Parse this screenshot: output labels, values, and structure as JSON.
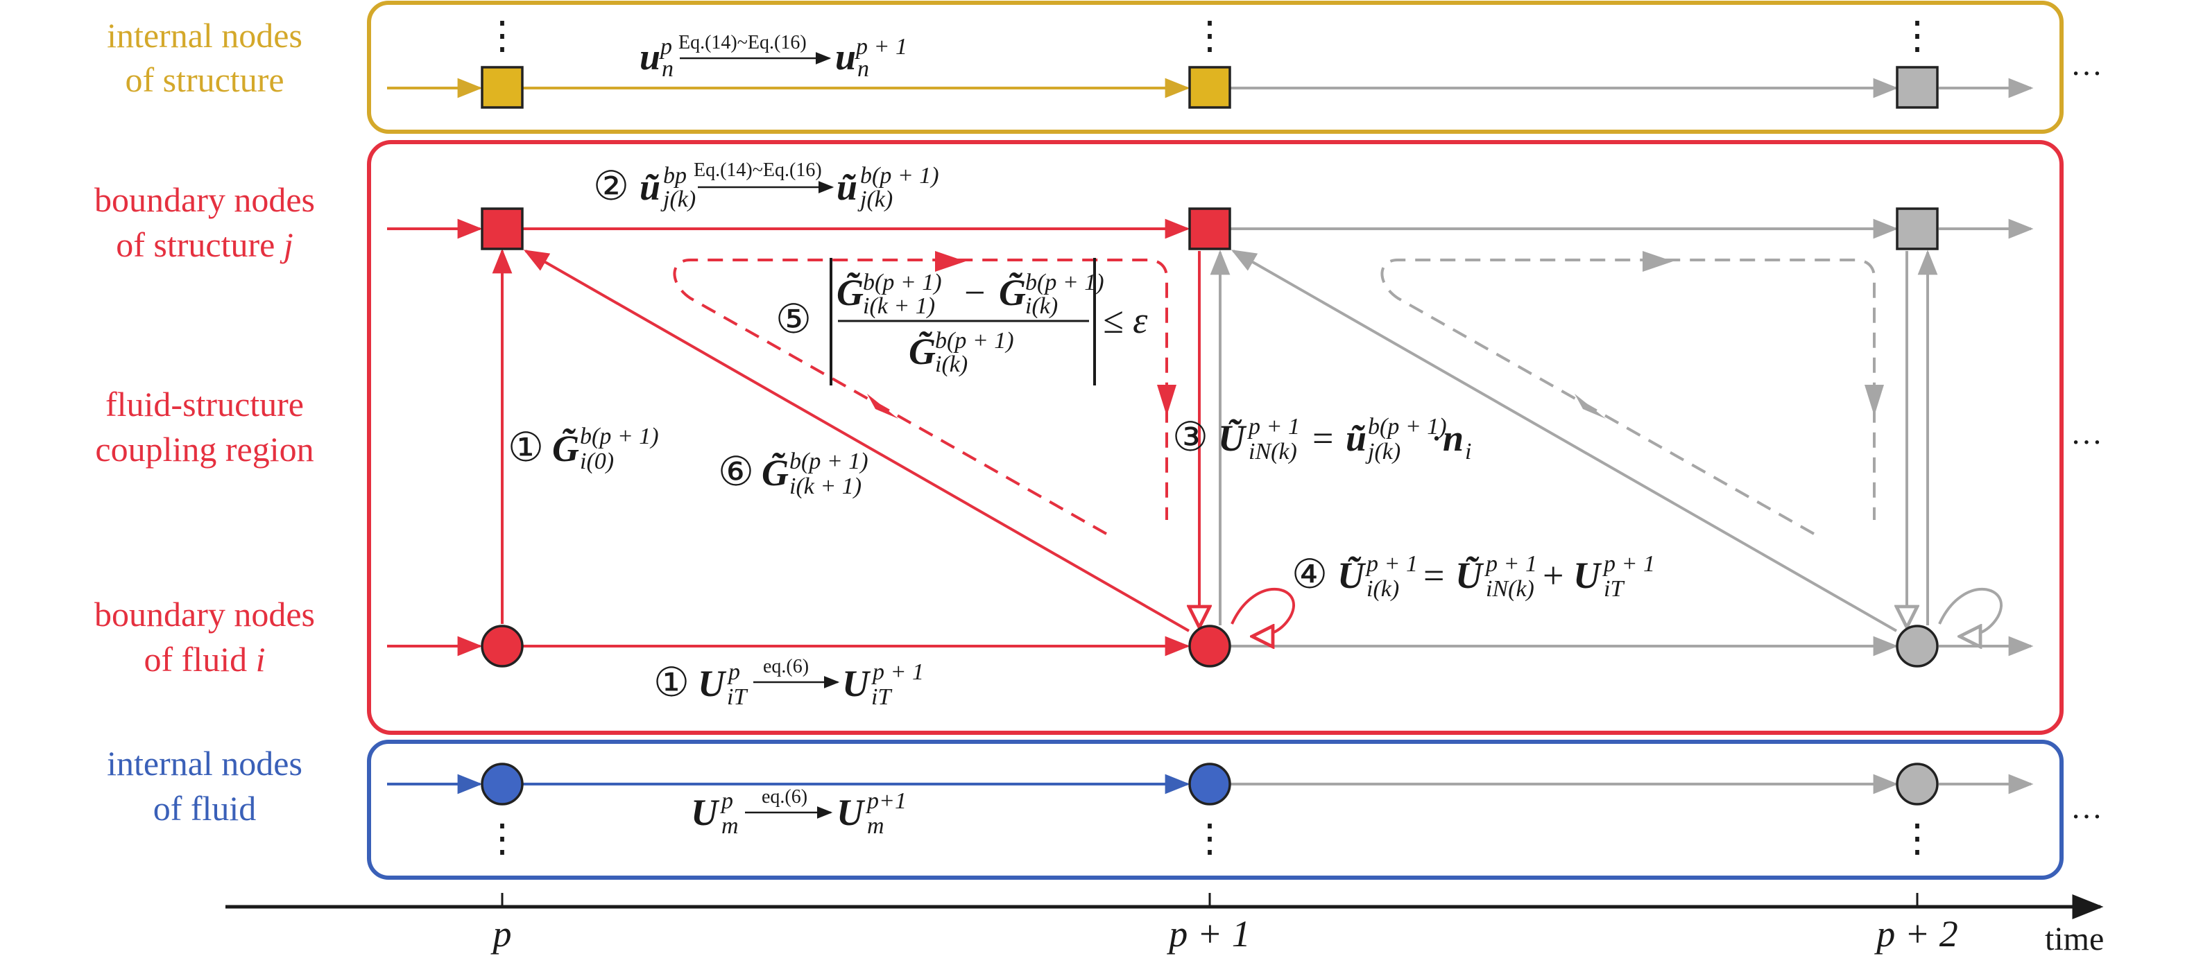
{
  "colors": {
    "structure_internal": "#D4A82A",
    "boundary": "#E5303F",
    "fluid_internal": "#3A60B8",
    "inactive": "#A6A6A6",
    "axis": "#1A1A1A",
    "node_fill_structure": "#E0B421",
    "node_fill_boundary": "#E8323F",
    "node_fill_fluid": "#3F66C4",
    "node_fill_inactive": "#B4B4B4"
  },
  "rows": {
    "structure_internal": [
      "internal nodes",
      "of structure"
    ],
    "structure_boundary": [
      "boundary nodes",
      "of structure ",
      "j"
    ],
    "coupling": [
      "fluid-structure",
      "coupling region"
    ],
    "fluid_boundary": [
      "boundary nodes",
      "of fluid ",
      "i"
    ],
    "fluid_internal": [
      "internal nodes",
      "of fluid"
    ]
  },
  "axis": {
    "ticks": [
      "p",
      "p + 1",
      "p + 2"
    ],
    "label": "time"
  },
  "continuation": "…",
  "vdots": "⋮",
  "eq": {
    "u_n_p": "u",
    "u_n_sub": "n",
    "u_n_sup_p": "p",
    "u_n_sup_p1": "p + 1",
    "struct_ref": "Eq.(14)~Eq.(16)",
    "step2_circle": "②",
    "step2_u": "ũ",
    "step2_sup_a": "bp",
    "step2_sub": "j(k)",
    "step2_sup_b": "b(p + 1)",
    "step1_circle": "①",
    "step1_G": "G̃",
    "step1_sup": "b(p + 1)",
    "step1_sub": "i(0)",
    "step5_circle": "⑤",
    "step5_num_sup_a": "b(p + 1)",
    "step5_num_sub_a": "i(k + 1)",
    "step5_minus": "−",
    "step5_num_sup_b": "b(p + 1)",
    "step5_num_sub_b": "i(k)",
    "step5_den_sup": "b(p + 1)",
    "step5_den_sub": "i(k)",
    "step5_le": "≤ ε",
    "step6_circle": "⑥",
    "step6_sup": "b(p + 1)",
    "step6_sub": "i(k + 1)",
    "step3_circle": "③",
    "step3_U": "Ũ",
    "step3_sup": "p + 1",
    "step3_sub": "iN(k)",
    "step3_eq": "=",
    "step3_u": "ũ",
    "step3_u_sup": "b(p + 1)",
    "step3_u_sub": "j(k)",
    "step3_dot": "·",
    "step3_n": "n",
    "step3_n_sub": "i",
    "step4_circle": "④",
    "step4_sup": "p + 1",
    "step4_sub": "i(k)",
    "step4_sub_b": "iN(k)",
    "step4_U2": "U",
    "step4_sub_c": "iT",
    "step4_plus": "+",
    "fluid_b_circle": "①",
    "fluid_b_U": "U",
    "fluid_b_sup_a": "p",
    "fluid_b_sub": "iT",
    "fluid_b_sup_b": "p + 1",
    "fluid_ref": "eq.(6)",
    "fluid_i_U": "U",
    "fluid_i_sup_a": "p",
    "fluid_i_sub": "m",
    "fluid_i_sup_b": "p+1"
  }
}
